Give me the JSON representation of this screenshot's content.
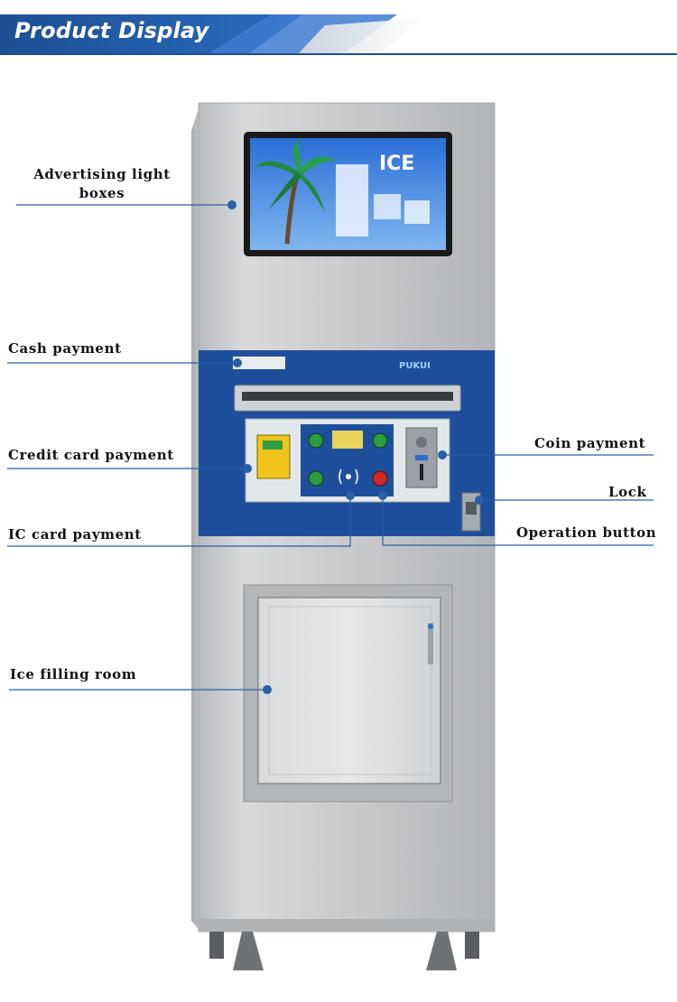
{
  "header": {
    "title": "Product Display",
    "accent": "#1d5aa6"
  },
  "machine": {
    "brand": "PUKUI",
    "screen_text": "ICE"
  },
  "callouts": {
    "advertising": "Advertising light boxes",
    "cash": "Cash payment",
    "credit": "Credit card payment",
    "ic": "IC card payment",
    "ice_room": "Ice filling room",
    "coin": "Coin payment",
    "lock": "Lock",
    "operation": "Operation button"
  },
  "colors": {
    "panel_blue": "#1e4f9c",
    "steel": "#c9cbcd",
    "leader": "#2a5ea8"
  }
}
